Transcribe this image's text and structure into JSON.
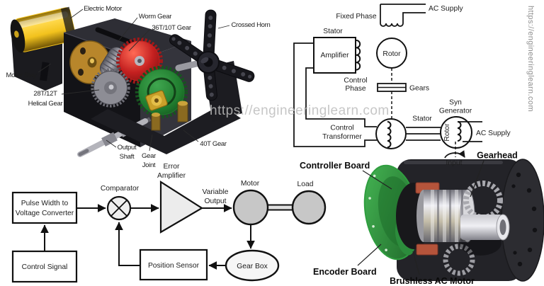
{
  "watermarks": {
    "center": "https://engineeringlearn.com",
    "side": "https://engineeringlearn.com"
  },
  "colors": {
    "motor_yellow": "#f2c21d",
    "gear_red": "#c42020",
    "gear_green": "#1f7a2d",
    "pcb_green": "#2f9e3f",
    "stator_copper": "#b5543b",
    "diagram_line": "#161616",
    "circle_gray": "#c7c7c7",
    "watermark_gray": "#bdbdbd"
  },
  "servo_3d": {
    "labels": {
      "electric_motor": "Electric Motor",
      "worm_gear": "Worm Gear",
      "gear_36_10": "36T/10T Gear",
      "crossed_horn": "Crossed Horn",
      "motor_stay": "Motor Stay",
      "helical_l1": "28T/12T",
      "helical_l2": "Helical Gear",
      "output_l1": "Output",
      "output_l2": "Shaft",
      "joint_l1": "Gear",
      "joint_l2": "Joint",
      "gear_40": "40T Gear"
    }
  },
  "circuit": {
    "labels": {
      "fixed_phase": "Fixed Phase",
      "ac_supply_top": "AC Supply",
      "stator_top": "Stator",
      "amplifier": "Amplifier",
      "rotor": "Rotor",
      "control_l1": "Control",
      "control_l2": "Phase",
      "gears": "Gears",
      "ct_l1": "Control",
      "ct_l2": "Transformer",
      "stator_mid": "Stator",
      "syn_l1": "Syn",
      "syn_l2": "Generator",
      "rotor_side": "Rotor",
      "ac_supply_right": "AC Supply",
      "input": "Input"
    }
  },
  "block_diagram": {
    "labels": {
      "pwv_l1": "Pulse Width to",
      "pwv_l2": "Voltage Converter",
      "control_signal": "Control Signal",
      "comparator": "Comparator",
      "error_l1": "Error",
      "error_l2": "Amplifier",
      "variable_l1": "Variable",
      "variable_l2": "Output",
      "motor": "Motor",
      "load": "Load",
      "gear_box": "Gear Box",
      "position_sensor": "Position Sensor"
    }
  },
  "cutaway": {
    "labels": {
      "controller_board": "Controller Board",
      "gearhead": "Gearhead",
      "encoder_board": "Encoder Board",
      "brushless_ac_motor": "Brushless AC Motor"
    }
  }
}
